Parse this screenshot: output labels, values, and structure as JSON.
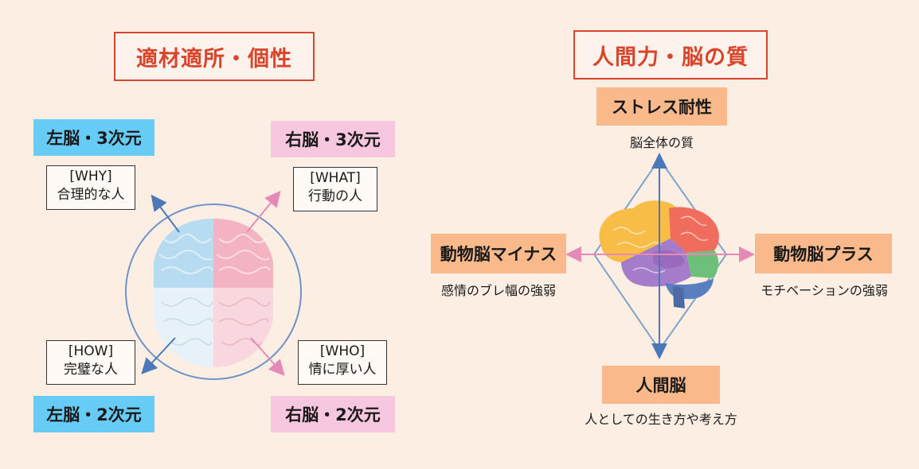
{
  "left": {
    "title": "適材適所・個性",
    "quadrants": {
      "top_left": {
        "label": "左脳・3次元",
        "tag": "[WHY]",
        "desc": "合理的な人"
      },
      "top_right": {
        "label": "右脳・3次元",
        "tag": "[WHAT]",
        "desc": "行動の人"
      },
      "bottom_left": {
        "label": "左脳・2次元",
        "tag": "[HOW]",
        "desc": "完璧な人"
      },
      "bottom_right": {
        "label": "右脳・2次元",
        "tag": "[WHO]",
        "desc": "情に厚い人"
      }
    },
    "colors": {
      "blue": "#66ccf5",
      "pink": "#f7c6df",
      "arrow_blue": "#4a78b8",
      "arrow_pink": "#e58ab6"
    }
  },
  "right": {
    "title": "人間力・脳の質",
    "top": {
      "label": "ストレス耐性",
      "sub": "脳全体の質"
    },
    "bottom": {
      "label": "人間脳",
      "sub": "人としての生き方や考え方"
    },
    "left": {
      "label": "動物脳マイナス",
      "sub": "感情のブレ幅の強弱"
    },
    "right": {
      "label": "動物脳プラス",
      "sub": "モチベーションの強弱"
    },
    "colors": {
      "orange": "#f9b98a",
      "axis_blue": "#4a78b8",
      "axis_pink": "#e58ab6"
    }
  }
}
